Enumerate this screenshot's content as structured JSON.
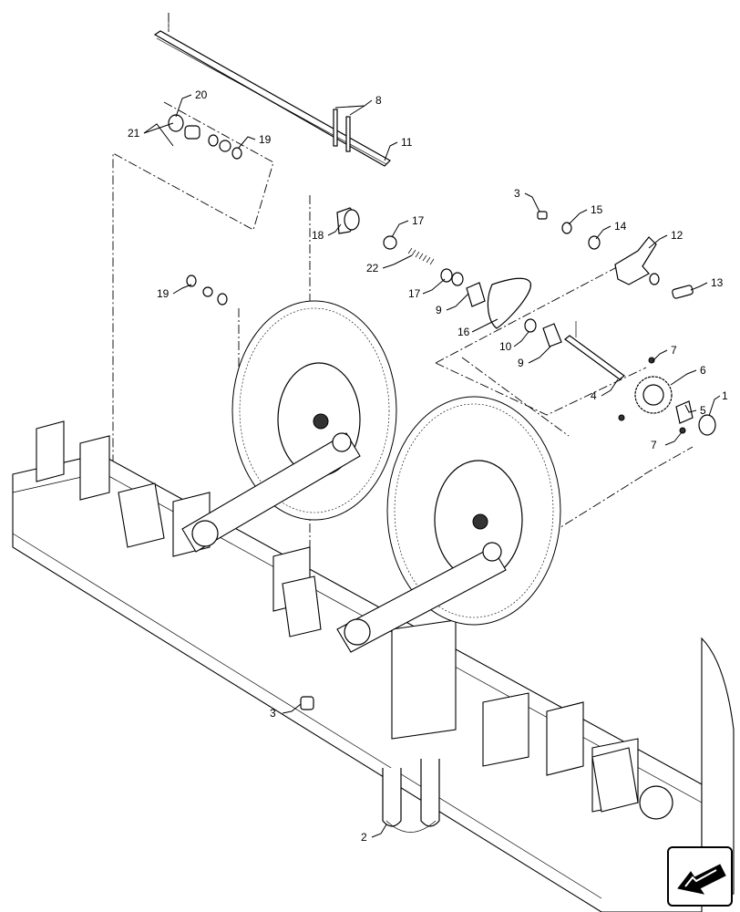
{
  "callouts": [
    {
      "id": "c20",
      "label": "20"
    },
    {
      "id": "c21",
      "label": "21"
    },
    {
      "id": "c19a",
      "label": "19"
    },
    {
      "id": "c8",
      "label": "8"
    },
    {
      "id": "c11",
      "label": "11"
    },
    {
      "id": "c18",
      "label": "18"
    },
    {
      "id": "c17a",
      "label": "17"
    },
    {
      "id": "c22",
      "label": "22"
    },
    {
      "id": "c17b",
      "label": "17"
    },
    {
      "id": "c9a",
      "label": "9"
    },
    {
      "id": "c16",
      "label": "16"
    },
    {
      "id": "c19b",
      "label": "19"
    },
    {
      "id": "c3a",
      "label": "3"
    },
    {
      "id": "c15",
      "label": "15"
    },
    {
      "id": "c14",
      "label": "14"
    },
    {
      "id": "c12",
      "label": "12"
    },
    {
      "id": "c13",
      "label": "13"
    },
    {
      "id": "c10",
      "label": "10"
    },
    {
      "id": "c9b",
      "label": "9"
    },
    {
      "id": "c7a",
      "label": "7"
    },
    {
      "id": "c6",
      "label": "6"
    },
    {
      "id": "c4",
      "label": "4"
    },
    {
      "id": "c1",
      "label": "1"
    },
    {
      "id": "c5",
      "label": "5"
    },
    {
      "id": "c7b",
      "label": "7"
    },
    {
      "id": "c3b",
      "label": "3"
    },
    {
      "id": "c2",
      "label": "2"
    }
  ],
  "nav_icon": "arrow-left-icon"
}
